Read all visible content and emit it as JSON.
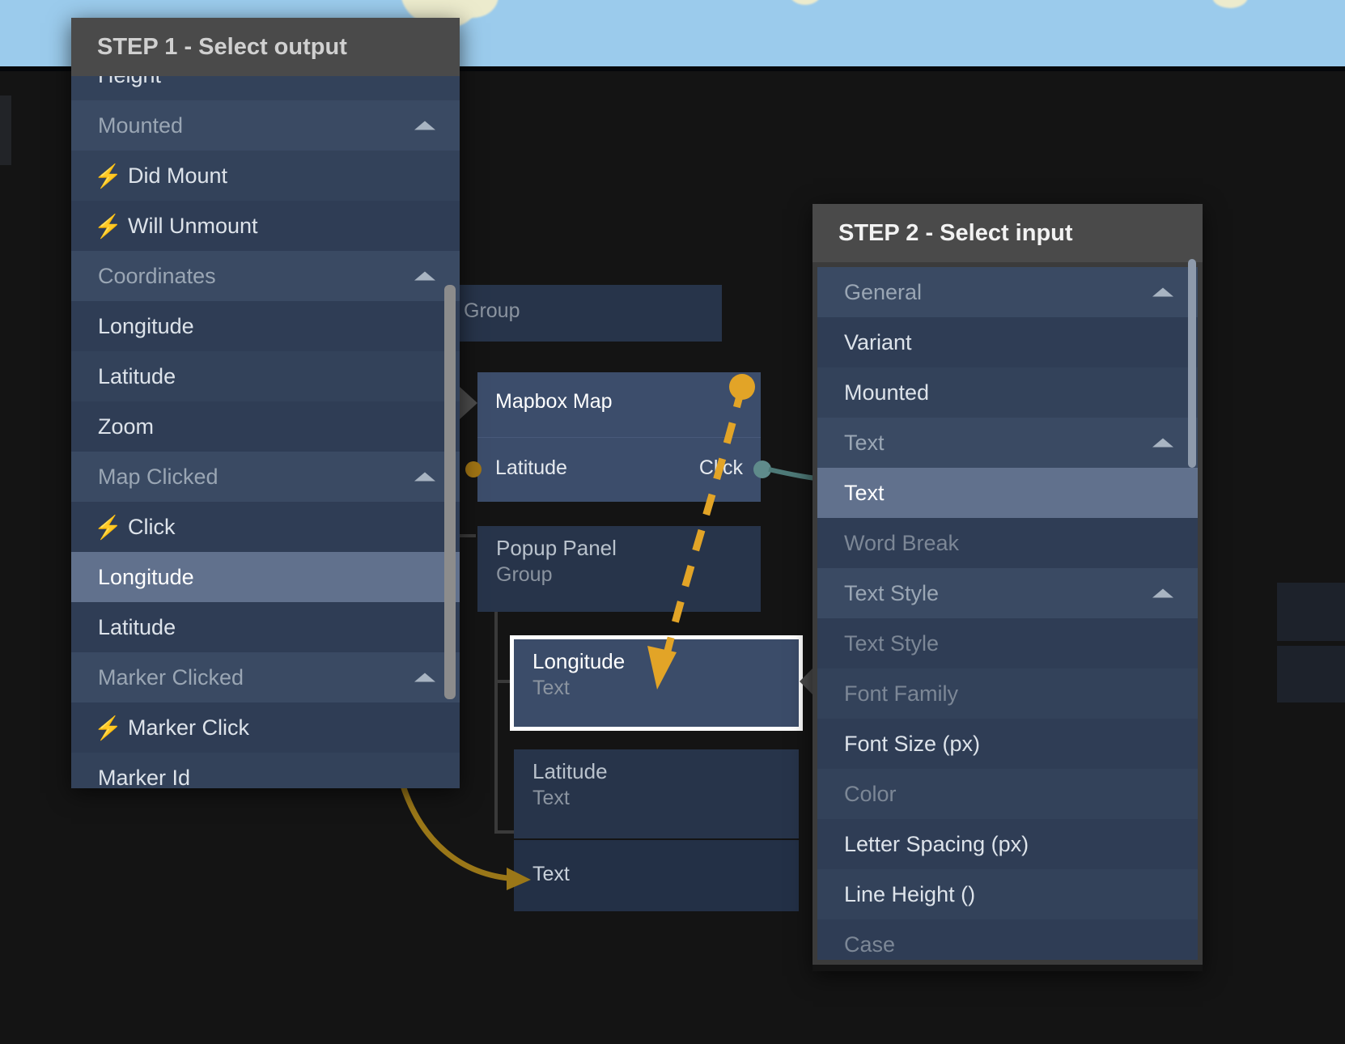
{
  "canvas": {
    "background_color": "#141414",
    "map_sky_color": "#9bcbec",
    "land_color": "#ecebcd"
  },
  "graph": {
    "nodes": [
      {
        "name": "group-node",
        "title": "",
        "subtitle": "Group",
        "selected": false
      },
      {
        "name": "mapbox-map",
        "title": "Mapbox Map",
        "subtitle": "",
        "selected": true,
        "rows": [
          {
            "label": "Latitude",
            "side": "in"
          },
          {
            "label": "Click",
            "side": "out"
          }
        ]
      },
      {
        "name": "popup-panel",
        "title": "Popup Panel",
        "subtitle": "Group",
        "selected": false
      },
      {
        "name": "longitude-text",
        "title": "Longitude",
        "subtitle": "Text",
        "selected": true,
        "outlined": true
      },
      {
        "name": "latitude-text",
        "title": "Latitude",
        "subtitle": "Text",
        "selected": false
      },
      {
        "name": "text-row",
        "title": "Text",
        "subtitle": "",
        "selected": false
      }
    ],
    "connection_colors": {
      "event_wire": "#e2a427",
      "hint_arrow": "#9a7718",
      "input_port": "#a07414",
      "output_port": "#5f8b8b"
    }
  },
  "step1": {
    "title": "STEP 1 - Select output",
    "options": [
      {
        "label": "Height",
        "kind": "item",
        "icon": "",
        "state": "normal",
        "cut": true
      },
      {
        "label": "Mounted",
        "kind": "group",
        "icon": "chevron-up-icon",
        "state": "normal"
      },
      {
        "label": "Did Mount",
        "kind": "item",
        "icon": "bolt-icon",
        "state": "normal"
      },
      {
        "label": "Will Unmount",
        "kind": "item",
        "icon": "bolt-icon",
        "state": "normal"
      },
      {
        "label": "Coordinates",
        "kind": "group",
        "icon": "chevron-up-icon",
        "state": "normal"
      },
      {
        "label": "Longitude",
        "kind": "item",
        "icon": "",
        "state": "normal"
      },
      {
        "label": "Latitude",
        "kind": "item",
        "icon": "",
        "state": "normal"
      },
      {
        "label": "Zoom",
        "kind": "item",
        "icon": "",
        "state": "normal"
      },
      {
        "label": "Map Clicked",
        "kind": "group",
        "icon": "chevron-up-icon",
        "state": "normal"
      },
      {
        "label": "Click",
        "kind": "item",
        "icon": "bolt-icon",
        "state": "normal"
      },
      {
        "label": "Longitude",
        "kind": "item",
        "icon": "",
        "state": "highlighted"
      },
      {
        "label": "Latitude",
        "kind": "item",
        "icon": "",
        "state": "normal"
      },
      {
        "label": "Marker Clicked",
        "kind": "group",
        "icon": "chevron-up-icon",
        "state": "normal"
      },
      {
        "label": "Marker Click",
        "kind": "item",
        "icon": "bolt-icon",
        "state": "normal"
      },
      {
        "label": "Marker Id",
        "kind": "item",
        "icon": "",
        "state": "normal",
        "cut": true
      }
    ],
    "scrollbar": {
      "name": "step1-scrollbar"
    }
  },
  "step2": {
    "title": "STEP 2 - Select input",
    "options": [
      {
        "label": "General",
        "kind": "group",
        "icon": "chevron-up-icon",
        "state": "normal"
      },
      {
        "label": "Variant",
        "kind": "item",
        "icon": "",
        "state": "normal"
      },
      {
        "label": "Mounted",
        "kind": "item",
        "icon": "",
        "state": "normal"
      },
      {
        "label": "Text",
        "kind": "group",
        "icon": "chevron-up-icon",
        "state": "normal"
      },
      {
        "label": "Text",
        "kind": "item",
        "icon": "",
        "state": "highlighted"
      },
      {
        "label": "Word Break",
        "kind": "item",
        "icon": "",
        "state": "disabled"
      },
      {
        "label": "Text Style",
        "kind": "group",
        "icon": "chevron-up-icon",
        "state": "normal"
      },
      {
        "label": "Text Style",
        "kind": "item",
        "icon": "",
        "state": "disabled"
      },
      {
        "label": "Font Family",
        "kind": "item",
        "icon": "",
        "state": "disabled"
      },
      {
        "label": "Font Size (px)",
        "kind": "item",
        "icon": "",
        "state": "normal"
      },
      {
        "label": "Color",
        "kind": "item",
        "icon": "",
        "state": "disabled"
      },
      {
        "label": "Letter Spacing (px)",
        "kind": "item",
        "icon": "",
        "state": "normal"
      },
      {
        "label": "Line Height ()",
        "kind": "item",
        "icon": "",
        "state": "normal"
      },
      {
        "label": "Case",
        "kind": "item",
        "icon": "",
        "state": "disabled"
      }
    ],
    "scrollbar": {
      "name": "step2-scrollbar"
    }
  }
}
